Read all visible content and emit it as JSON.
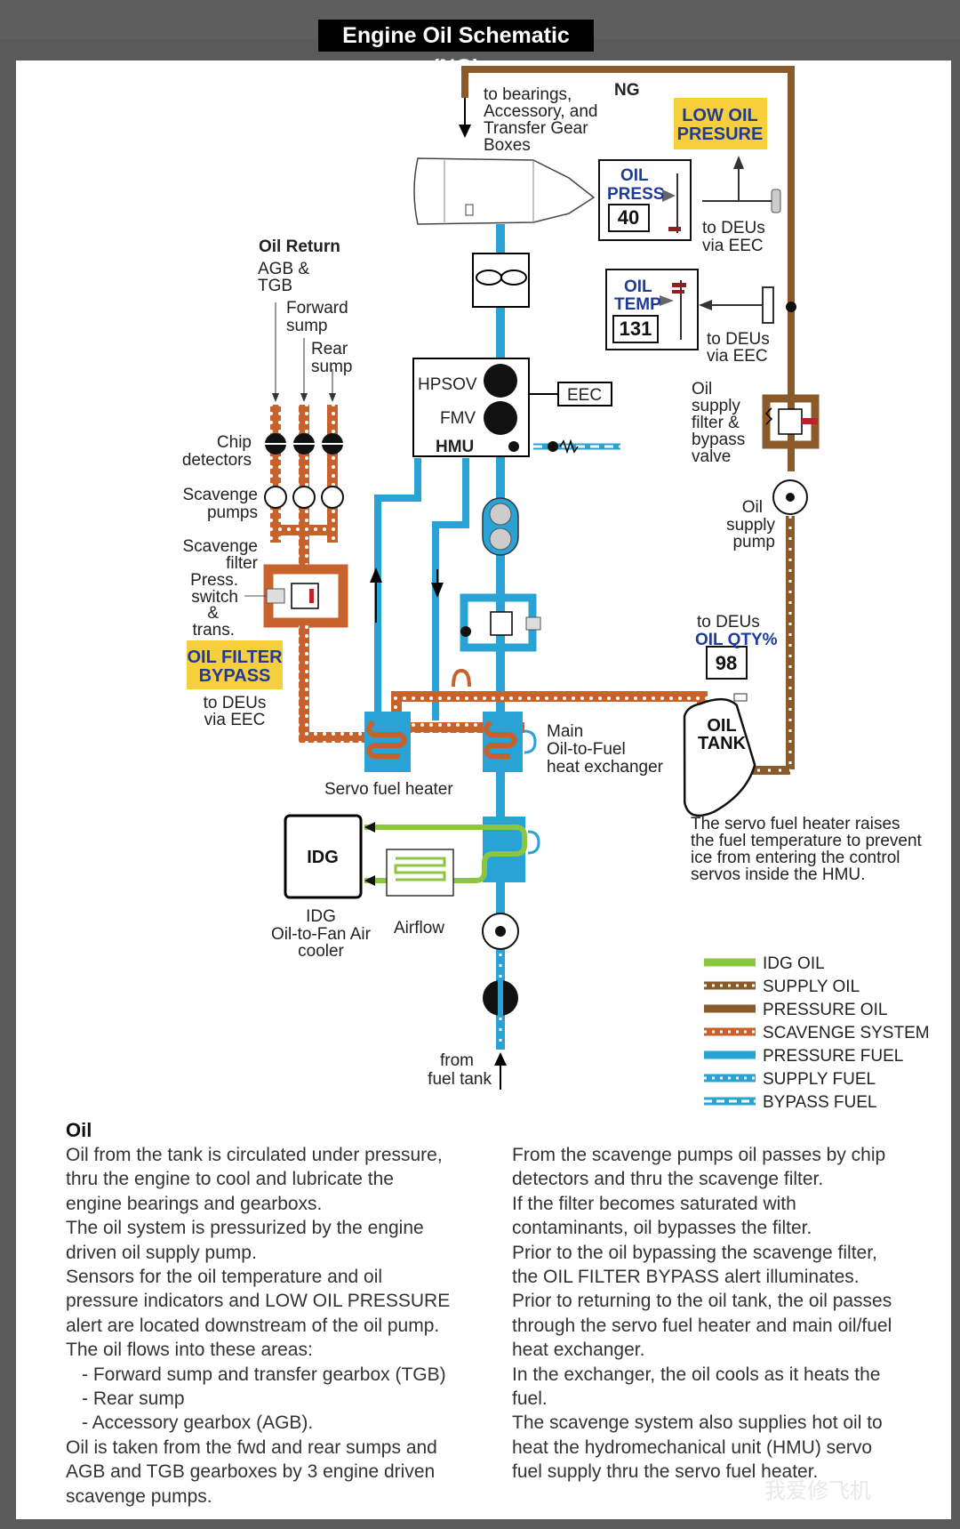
{
  "header": {
    "title": "Engine Oil Schematic (NG)"
  },
  "diagram": {
    "ng_label": "NG",
    "bearings_label": [
      "to bearings,",
      "Accessory, and",
      "Transfer Gear",
      "Boxes"
    ],
    "low_oil_pressure_alert": [
      "LOW OIL",
      "PRESURE"
    ],
    "oil_press_gauge": {
      "label": [
        "OIL",
        "PRESS"
      ],
      "value": "40"
    },
    "oil_temp_gauge": {
      "label": [
        "OIL",
        "TEMP"
      ],
      "value": "131"
    },
    "to_deus_press": [
      "to DEUs",
      "via EEC"
    ],
    "to_deus_temp": [
      "to DEUs",
      "via EEC"
    ],
    "oil_return_title": "Oil Return",
    "agb_tgb": [
      "AGB &",
      "TGB"
    ],
    "forward_sump": [
      "Forward",
      "sump"
    ],
    "rear_sump": [
      "Rear",
      "sump"
    ],
    "chip_detectors": [
      "Chip",
      "detectors"
    ],
    "scavenge_pumps": [
      "Scavenge",
      "pumps"
    ],
    "scavenge_filter": [
      "Scavenge",
      "filter"
    ],
    "press_switch": [
      "Press.",
      "switch",
      "&",
      "trans."
    ],
    "oil_filter_bypass_alert": [
      "OIL FILTER",
      "BYPASS"
    ],
    "to_deus_bypass": [
      "to DEUs",
      "via EEC"
    ],
    "hmu_labels": {
      "hpsov": "HPSOV",
      "fmv": "FMV",
      "hmu": "HMU",
      "eec": "EEC"
    },
    "oil_supply_filter": [
      "Oil",
      "supply",
      "filter &",
      "bypass",
      "valve"
    ],
    "oil_supply_pump": [
      "Oil",
      "supply",
      "pump"
    ],
    "oil_qty": {
      "label_top": "to DEUs",
      "label": "OIL QTY%",
      "value": "98"
    },
    "oil_tank": [
      "OIL",
      "TANK"
    ],
    "main_heat_exchanger": [
      "Main",
      "Oil-to-Fuel",
      "heat exchanger"
    ],
    "servo_fuel_heater": "Servo fuel heater",
    "idg": "IDG",
    "idg_cooler": [
      "IDG",
      "Oil-to-Fan Air",
      "cooler"
    ],
    "airflow": "Airflow",
    "from_fuel_tank": [
      "from",
      "fuel tank"
    ],
    "servo_note": [
      "The servo fuel heater raises",
      "the fuel temperature to prevent",
      "ice from entering the  control",
      "servos inside the HMU."
    ]
  },
  "legend": [
    {
      "label": "IDG OIL",
      "color": "#8cc63f",
      "style": "solid"
    },
    {
      "label": "SUPPLY OIL",
      "color": "#8b5a2b",
      "style": "dotted"
    },
    {
      "label": "PRESSURE OIL",
      "color": "#8b5a2b",
      "style": "solid"
    },
    {
      "label": "SCAVENGE SYSTEM",
      "color": "#c8622d",
      "style": "dotted"
    },
    {
      "label": "PRESSURE FUEL",
      "color": "#29a3d6",
      "style": "solid"
    },
    {
      "label": "SUPPLY FUEL",
      "color": "#29a3d6",
      "style": "dotted"
    },
    {
      "label": "BYPASS FUEL",
      "color": "#29a3d6",
      "style": "dashed"
    }
  ],
  "colors": {
    "pressure_oil": "#8b5a2b",
    "scavenge": "#c8622d",
    "fuel": "#29a3d6",
    "idg_oil": "#8cc63f",
    "alert_yellow": "#f7cf3c",
    "gauge_blue": "#1f3b99"
  },
  "text": {
    "heading": "Oil",
    "left_col": [
      "Oil from the tank is circulated under pressure,",
      "thru the engine to cool and lubricate the",
      "engine bearings and gearboxs.",
      "The oil system is pressurized by the engine",
      "driven oil supply pump.",
      "Sensors for the oil temperature and oil",
      "pressure indicators and LOW OIL PRESSURE",
      "alert are located downstream of the oil pump.",
      "The oil flows into these areas:",
      "- Forward sump and transfer gearbox (TGB)",
      "- Rear sump",
      "- Accessory gearbox (AGB).",
      "Oil is taken from the fwd and rear sumps and",
      "AGB and TGB gearboxes by 3 engine driven",
      "scavenge pumps."
    ],
    "right_col": [
      "From the scavenge pumps oil passes by chip",
      "detectors and thru the scavenge filter.",
      "If the filter becomes saturated with",
      "contaminants, oil  bypasses the filter.",
      "Prior to the oil bypassing the scavenge filter,",
      "the OIL FILTER BYPASS alert illuminates.",
      "Prior to returning to the oil tank, the oil passes",
      "through the servo fuel heater and main oil/fuel",
      "heat exchanger.",
      "In the exchanger, the oil cools as it heats the",
      "fuel.",
      "The scavenge system also supplies hot oil to",
      "heat the hydromechanical unit (HMU) servo",
      "fuel supply thru the servo fuel heater."
    ]
  },
  "watermark": "我爱修飞机"
}
